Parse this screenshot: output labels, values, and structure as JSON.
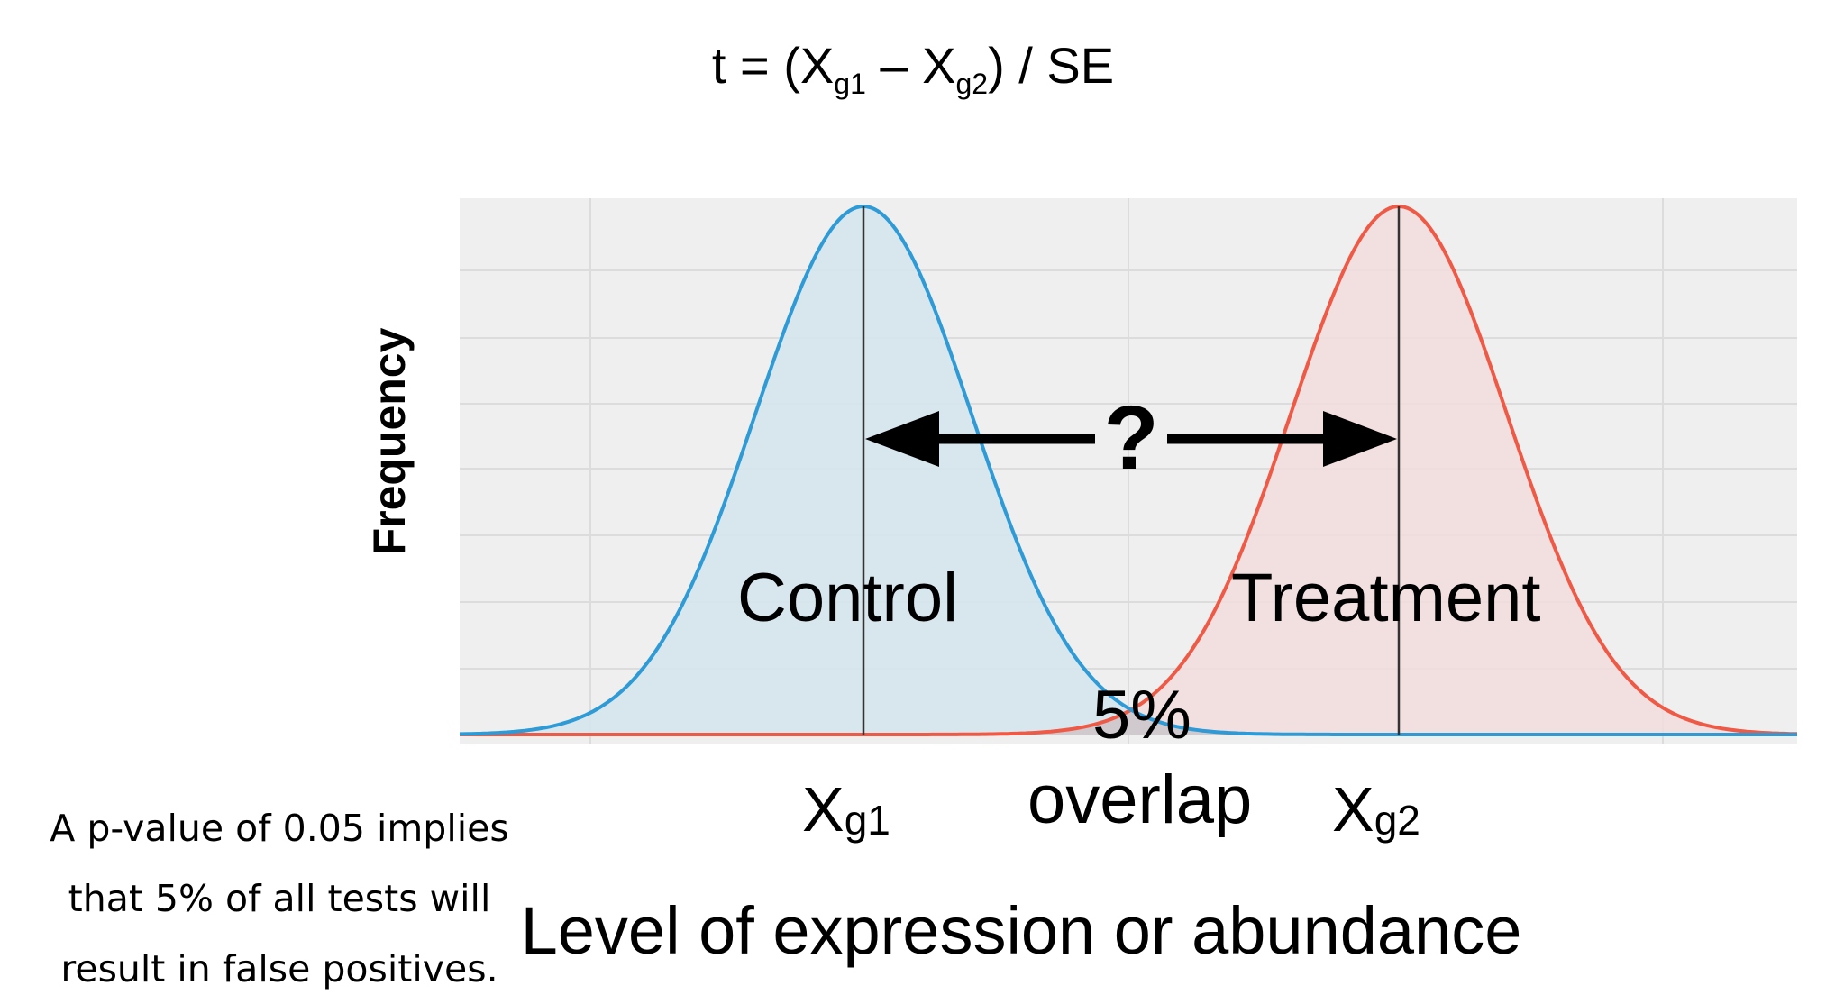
{
  "formula": {
    "prefix": "t = (X",
    "sub1": "g1",
    "minus": " – X",
    "sub2": "g2",
    "suffix": ") / SE"
  },
  "y_axis_label": "Frequency",
  "groups": {
    "control": "Control",
    "treatment": "Treatment"
  },
  "means": {
    "mean1_base": "X",
    "mean1_sub": "g1",
    "mean2_base": "X",
    "mean2_sub": "g2"
  },
  "question_mark": "?",
  "overlap": {
    "line1": "5%",
    "line2": "overlap"
  },
  "note": "A p-value of 0.05 implies that 5% of all tests will result in false positives.",
  "x_axis_label": "Level of expression or abundance",
  "colors": {
    "control_line": "#2e9bd6",
    "control_fill": "#d5e4ed",
    "treatment_line": "#ef5a47",
    "treatment_fill": "#f2dcdc",
    "plot_bg": "#efefef",
    "grid": "#dcdcdc"
  }
}
